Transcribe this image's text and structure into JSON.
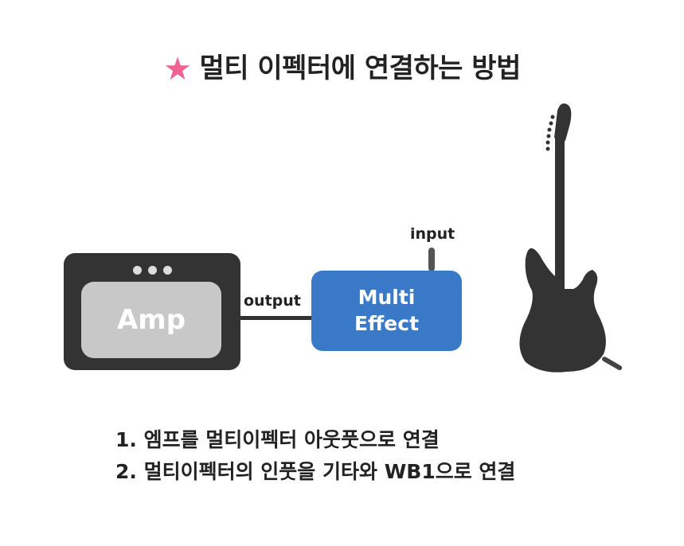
{
  "title": {
    "icon": "star-icon",
    "star": "★",
    "text": "멀티 이펙터에 연결하는 방법",
    "accent": "#f06292"
  },
  "amp": {
    "label": "Amp"
  },
  "effect": {
    "line1": "Multi",
    "line2": "Effect",
    "color": "#3a78c8"
  },
  "labels": {
    "output": "output",
    "input": "input"
  },
  "guitar": {
    "icon": "electric-guitar-icon"
  },
  "steps": [
    "1. 엠프를 멀티이펙터 아웃풋으로 연결",
    "2. 멀티이펙터의 인풋을 기타와 WB1으로 연결"
  ]
}
